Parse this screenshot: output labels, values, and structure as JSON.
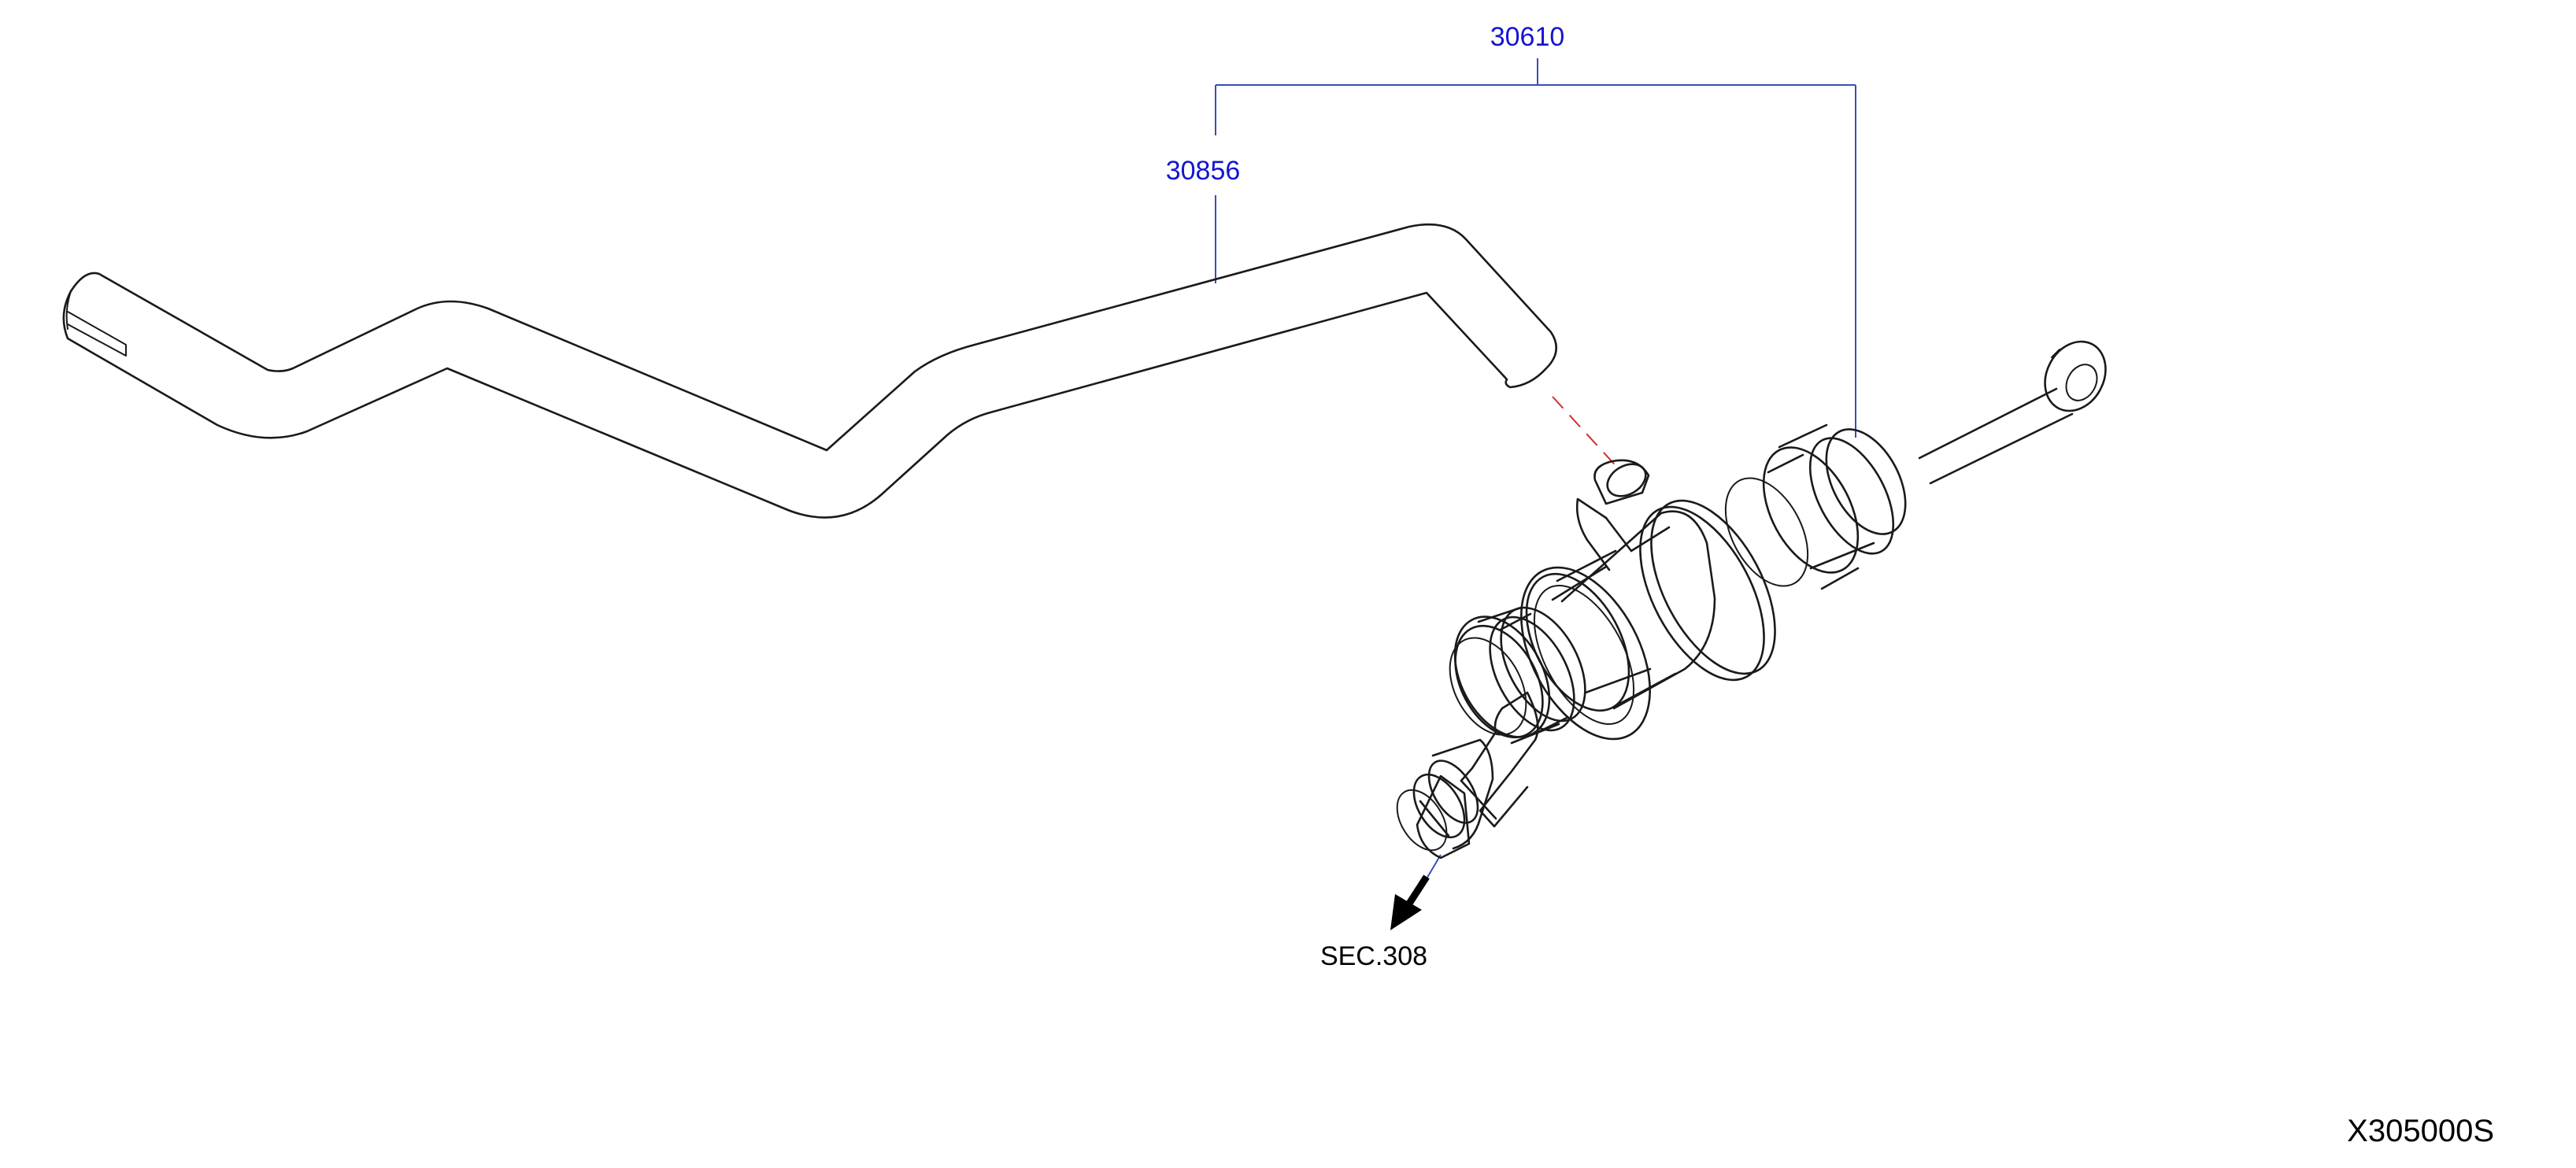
{
  "callouts": {
    "assembly": {
      "number": "30610"
    },
    "pipe": {
      "number": "30856"
    }
  },
  "references": {
    "section": {
      "label": "SEC.308"
    }
  },
  "diagram": {
    "id": "X305000S"
  },
  "colors": {
    "callout_text": "#1515d0",
    "leader_line": "#3a4fb0",
    "dashed_leader": "#d03030",
    "outline": "#1a1a1a",
    "text": "#000000"
  }
}
